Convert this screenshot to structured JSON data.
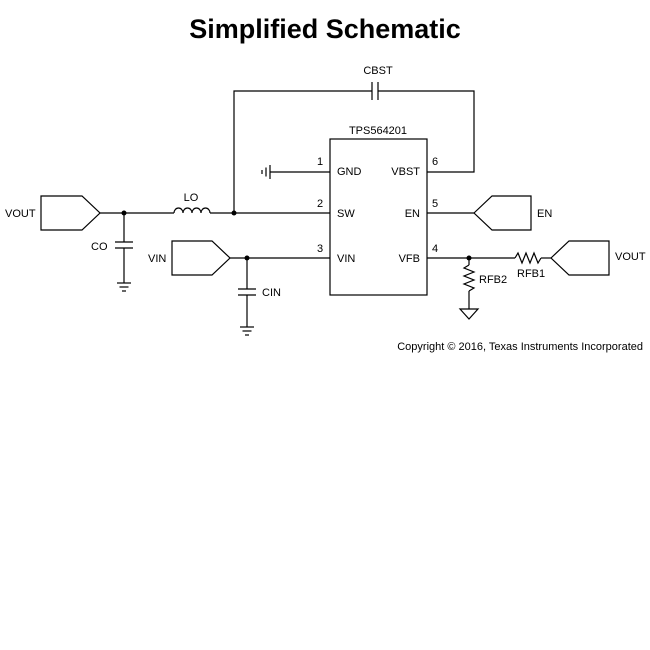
{
  "title": "Simplified Schematic",
  "ic": {
    "name": "TPS564201",
    "pins": [
      {
        "num": "1",
        "name": "GND"
      },
      {
        "num": "2",
        "name": "SW"
      },
      {
        "num": "3",
        "name": "VIN"
      },
      {
        "num": "4",
        "name": "VFB"
      },
      {
        "num": "5",
        "name": "EN"
      },
      {
        "num": "6",
        "name": "VBST"
      }
    ]
  },
  "components": {
    "cbst": "CBST",
    "lo": "LO",
    "co": "CO",
    "cin": "CIN",
    "rfb1": "RFB1",
    "rfb2": "RFB2"
  },
  "ports": {
    "vout_left": "VOUT",
    "vin": "VIN",
    "en": "EN",
    "vout_right": "VOUT"
  },
  "copyright": "Copyright © 2016, Texas Instruments Incorporated",
  "colors": {
    "line": "#000000",
    "background": "#ffffff"
  }
}
